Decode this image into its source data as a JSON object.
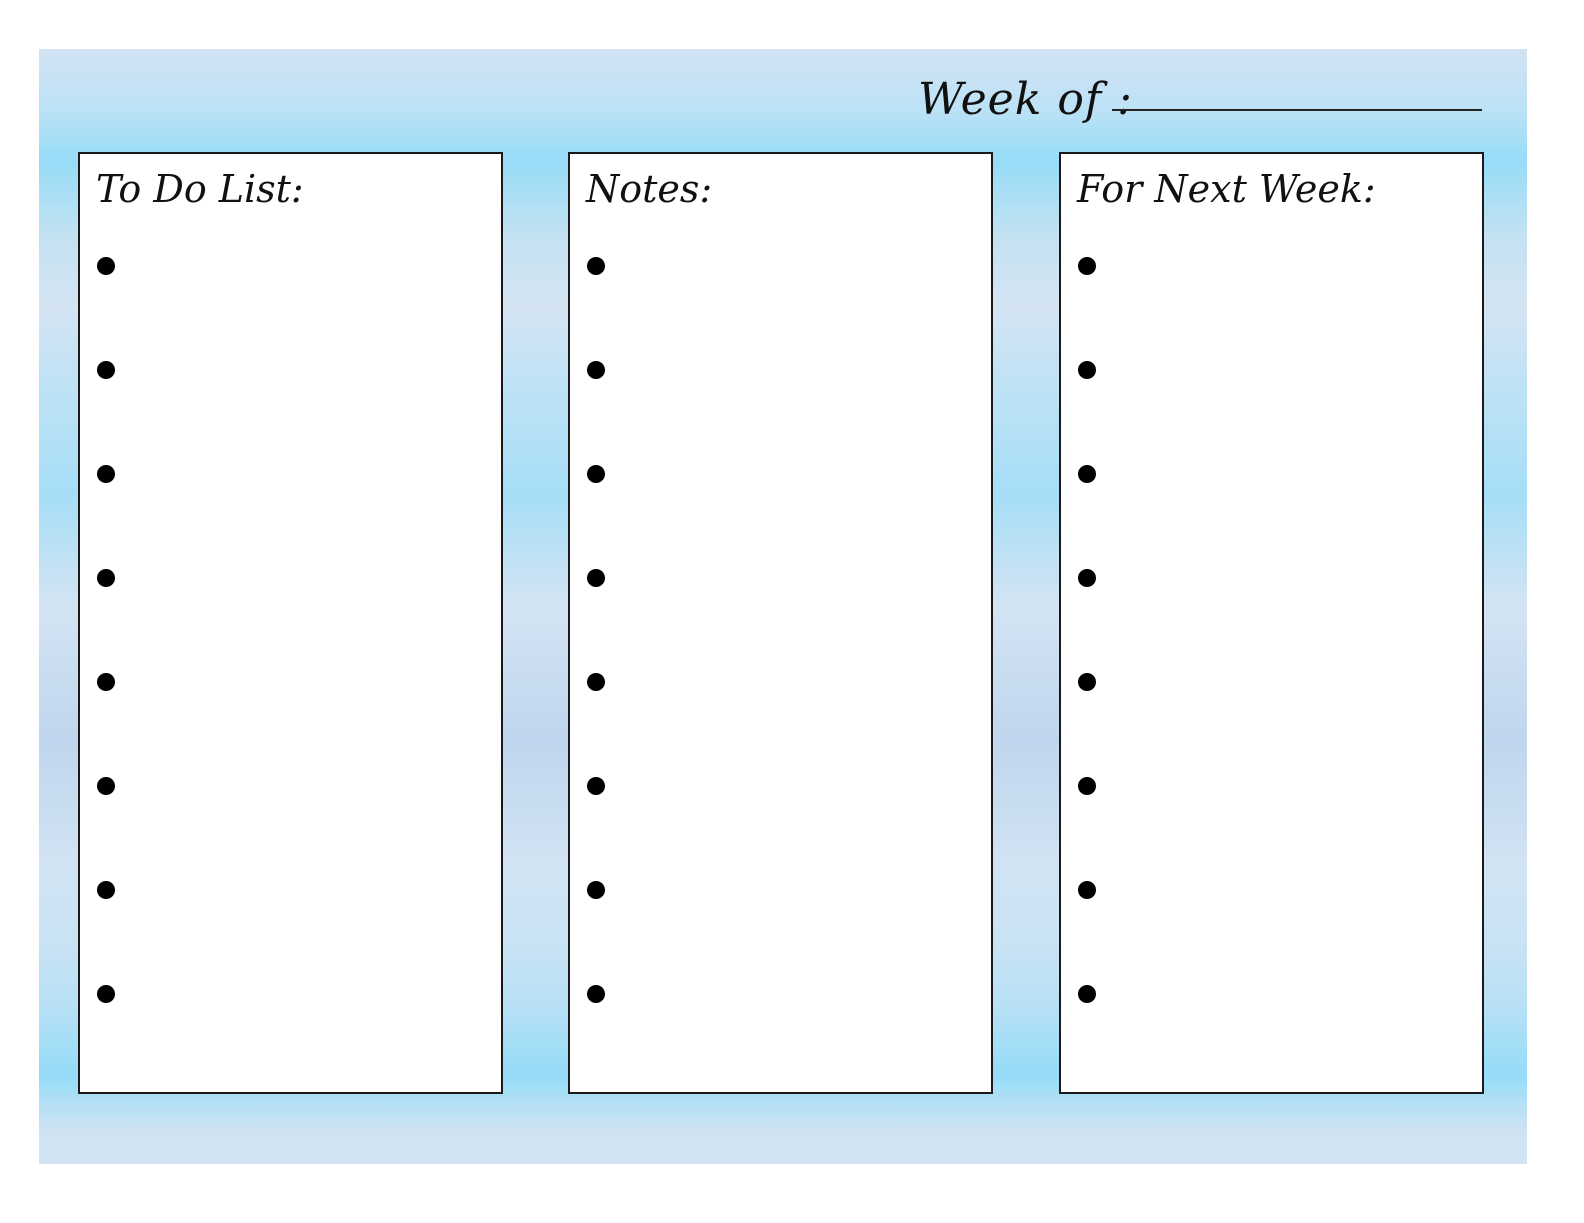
{
  "header": {
    "week_label": "Week of :"
  },
  "panels": [
    {
      "title": "To Do List:",
      "bullet_count": 8
    },
    {
      "title": "Notes:",
      "bullet_count": 8
    },
    {
      "title": "For Next Week:",
      "bullet_count": 8
    }
  ],
  "colors": {
    "background_light": "#d1e3f2",
    "background_cyan": "#97dcf7",
    "panel_fill": "#ffffff",
    "ink": "#000000"
  }
}
